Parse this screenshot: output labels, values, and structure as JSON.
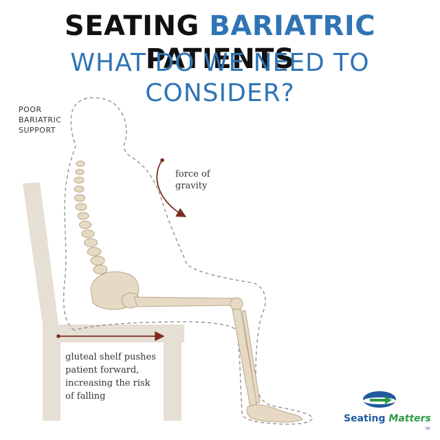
{
  "header": {
    "title_part1": "SEATING ",
    "title_accent": "BARIATRIC",
    "title_part2": " PATIENTS",
    "subtitle": "WHAT DO WE NEED TO CONSIDER?"
  },
  "labels": {
    "poor_support": "POOR\nBARIATRIC\nSUPPORT",
    "gravity": "force of\ngravity",
    "gluteal": "gluteal shelf pushes\npatient forward,\nincreasing the risk\nof falling"
  },
  "logo": {
    "word1": "Seating ",
    "word2": "Matters",
    "tm": "TM"
  },
  "colors": {
    "title_accent": "#2f74b5",
    "arrow": "#7a2d20",
    "chair": "#e6dfd3",
    "bone": "#e7dac4",
    "logo_blue": "#1f5a9e",
    "logo_green": "#2e9a46"
  }
}
